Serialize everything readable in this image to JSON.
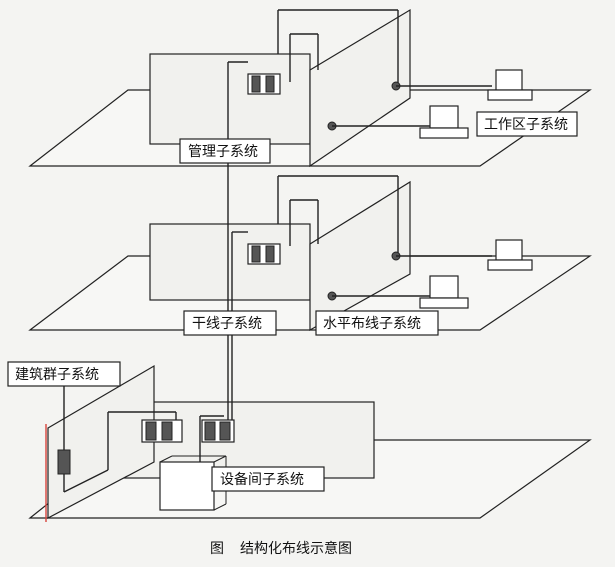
{
  "labels": {
    "management": "管理子系统",
    "work_area": "工作区子系统",
    "backbone": "干线子系统",
    "horizontal": "水平布线子系统",
    "building_group": "建筑群子系统",
    "equipment_room": "设备间子系统"
  },
  "caption": {
    "fig": "图",
    "title": "结构化布线示意图"
  }
}
